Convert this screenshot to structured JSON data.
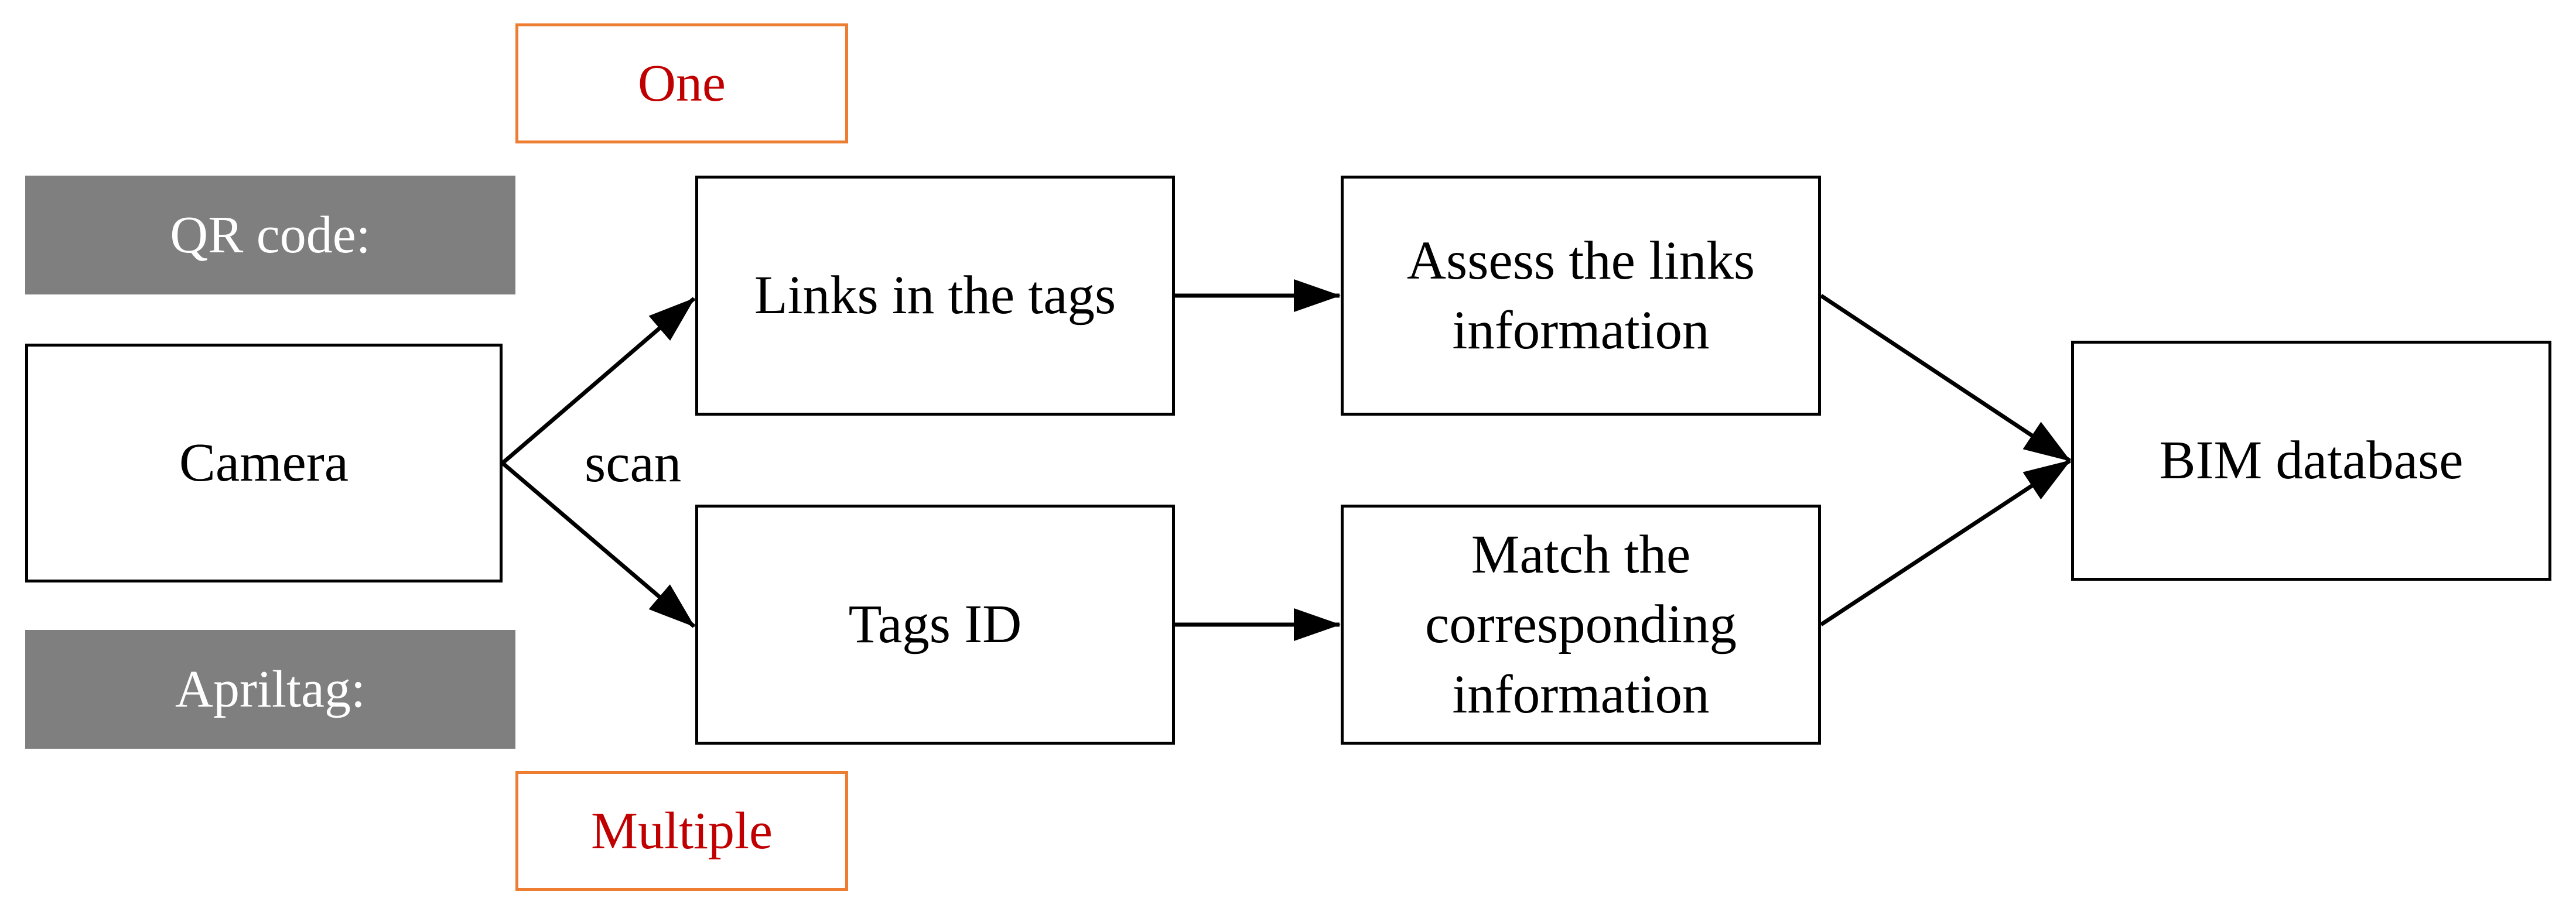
{
  "nodes": {
    "camera": "Camera",
    "links_in_tags": "Links in the tags",
    "tags_id": "Tags ID",
    "assess_links": "Assess the links\ninformation",
    "match_info": "Match the\ncorresponding\ninformation",
    "bim_database": "BIM database"
  },
  "labels": {
    "qr_code": "QR code:",
    "apriltag": "Apriltag:",
    "one": "One",
    "multiple": "Multiple",
    "scan": "scan"
  },
  "colors": {
    "gray_fill": "#7f7f7f",
    "orange_border": "#ed7d31",
    "red_text": "#c00000"
  }
}
